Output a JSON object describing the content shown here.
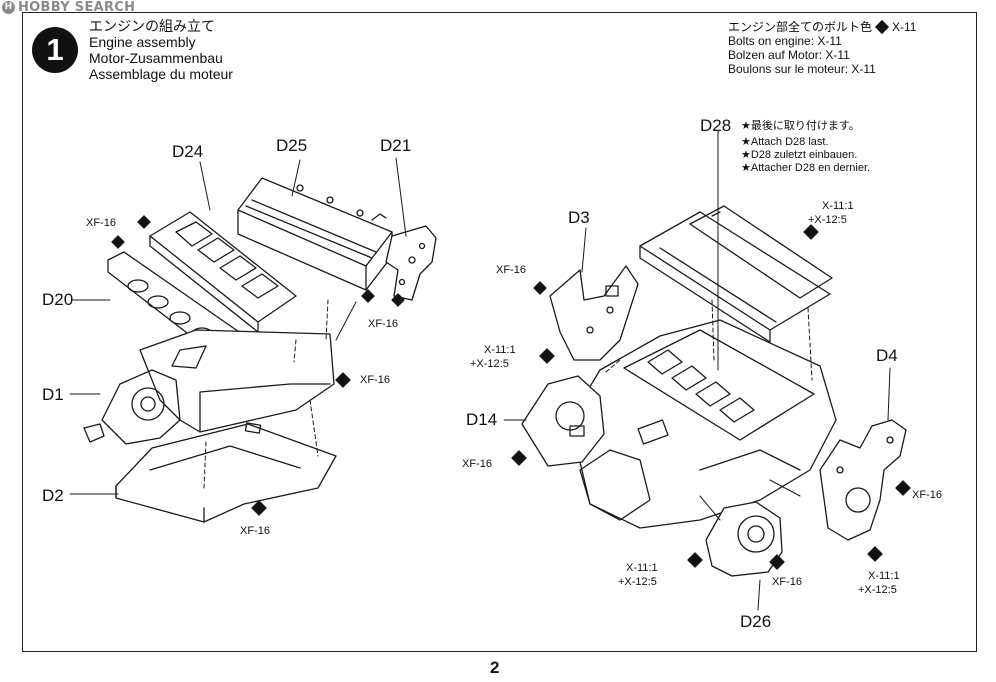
{
  "watermark": {
    "text": "HOBBY SEARCH",
    "icon": "hobby-search-logo-icon"
  },
  "step": {
    "number": "1",
    "title_ja": "エンジンの組み立て",
    "title_en": "Engine assembly",
    "title_de": "Motor-Zusammenbau",
    "title_fr": "Assemblage du moteur"
  },
  "bolts_note": {
    "ja": "エンジン部全てのボルト色",
    "color_code": "X-11",
    "en": "Bolts on engine: X-11",
    "de": "Bolzen auf Motor: X-11",
    "fr": "Boulons sur le moteur: X-11"
  },
  "d28_note": {
    "part": "D28",
    "ja": "★最後に取り付けます。",
    "en": "★Attach D28 last.",
    "de": "★D28 zuletzt einbauen.",
    "fr": "★Attacher D28 en dernier."
  },
  "parts": {
    "d24": "D24",
    "d25": "D25",
    "d21": "D21",
    "d20": "D20",
    "d1": "D1",
    "d2": "D2",
    "d3": "D3",
    "d4": "D4",
    "d14": "D14",
    "d26": "D26"
  },
  "paint": {
    "xf16": "XF-16",
    "x11_ratio": "X-11:1",
    "x12_ratio": "+X-12:5"
  },
  "page_number": "2"
}
